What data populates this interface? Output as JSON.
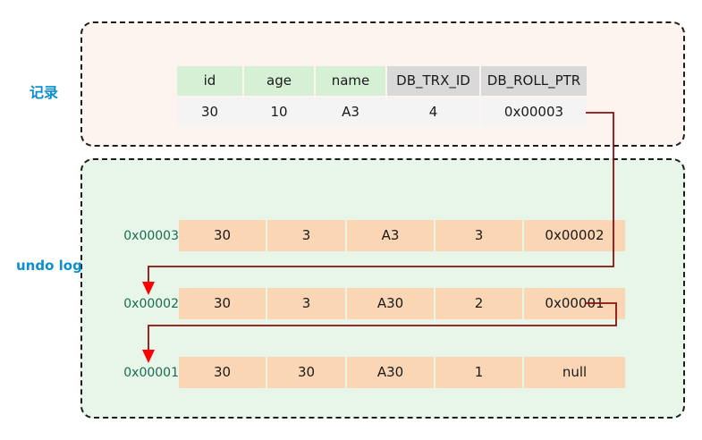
{
  "diagram": {
    "title_record_label": "记录",
    "title_undo_label": "undo log",
    "accent_label_color": "#0b8fd1",
    "record_box_fill": "#fdf4ef",
    "undo_box_fill": "#e7f6e8",
    "cell_fill_undo": "#fbd6b4",
    "header_fill_green": "#d5f0d5",
    "header_fill_gray": "#d9d9d9",
    "row_fill_record": "#f4f4f4",
    "arrow_color": "#8b0f0f",
    "arrow_head_color": "#ff0000",
    "address_text_color": "#1a6b52"
  },
  "record": {
    "headers": [
      {
        "label": "id",
        "style": "green"
      },
      {
        "label": "age",
        "style": "green"
      },
      {
        "label": "name",
        "style": "green"
      },
      {
        "label": "DB_TRX_ID",
        "style": "gray"
      },
      {
        "label": "DB_ROLL_PTR",
        "style": "gray"
      }
    ],
    "row": [
      "30",
      "10",
      "A3",
      "4",
      "0x00003"
    ]
  },
  "undo_log": {
    "entries": [
      {
        "address": "0x00003",
        "cells": [
          "30",
          "3",
          "A3",
          "3",
          "0x00002"
        ]
      },
      {
        "address": "0x00002",
        "cells": [
          "30",
          "3",
          "A30",
          "2",
          "0x00001"
        ]
      },
      {
        "address": "0x00001",
        "cells": [
          "30",
          "30",
          "A30",
          "1",
          "null"
        ]
      }
    ]
  },
  "connections": [
    {
      "from": "record.DB_ROLL_PTR",
      "to": "undo_log.0x00002"
    },
    {
      "from": "undo_log.0x00002.DB_ROLL_PTR",
      "to": "undo_log.0x00001"
    }
  ]
}
